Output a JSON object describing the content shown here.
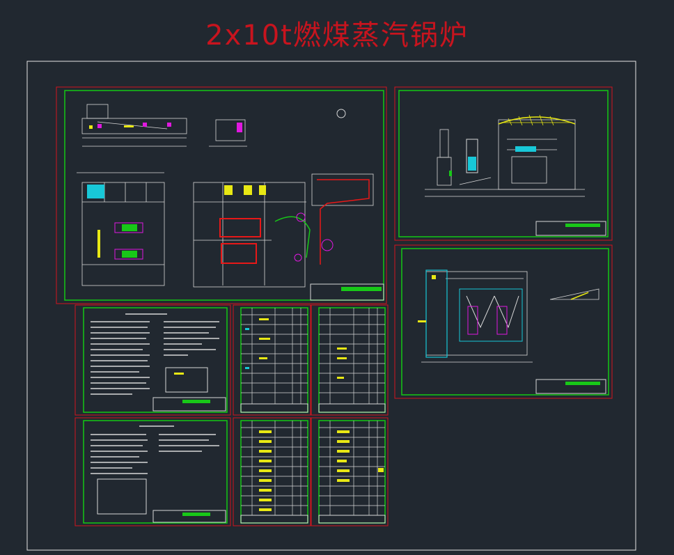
{
  "title": "2x10t燃煤蒸汽锅炉",
  "colors": {
    "background": "#212830",
    "title": "#c8141e",
    "frame": "#e6e6e6",
    "sheet_border": "#d4141e",
    "inner_border": "#14c814",
    "drawing": "#d8d8d8",
    "accent_cyan": "#18c8d8",
    "accent_yellow": "#e8e814",
    "accent_magenta": "#e018e0",
    "accent_red": "#e81818"
  },
  "sheets": [
    {
      "id": "general-layout-plan",
      "content": "floor-plans"
    },
    {
      "id": "section-view-1",
      "content": "boiler-section"
    },
    {
      "id": "section-view-2",
      "content": "boiler-front-section"
    },
    {
      "id": "design-notes-1",
      "content": "text-notes"
    },
    {
      "id": "equipment-list-1",
      "content": "table"
    },
    {
      "id": "equipment-list-2",
      "content": "table"
    },
    {
      "id": "design-notes-2",
      "content": "text-notes"
    },
    {
      "id": "material-list-1",
      "content": "table"
    },
    {
      "id": "material-list-2",
      "content": "table"
    }
  ]
}
